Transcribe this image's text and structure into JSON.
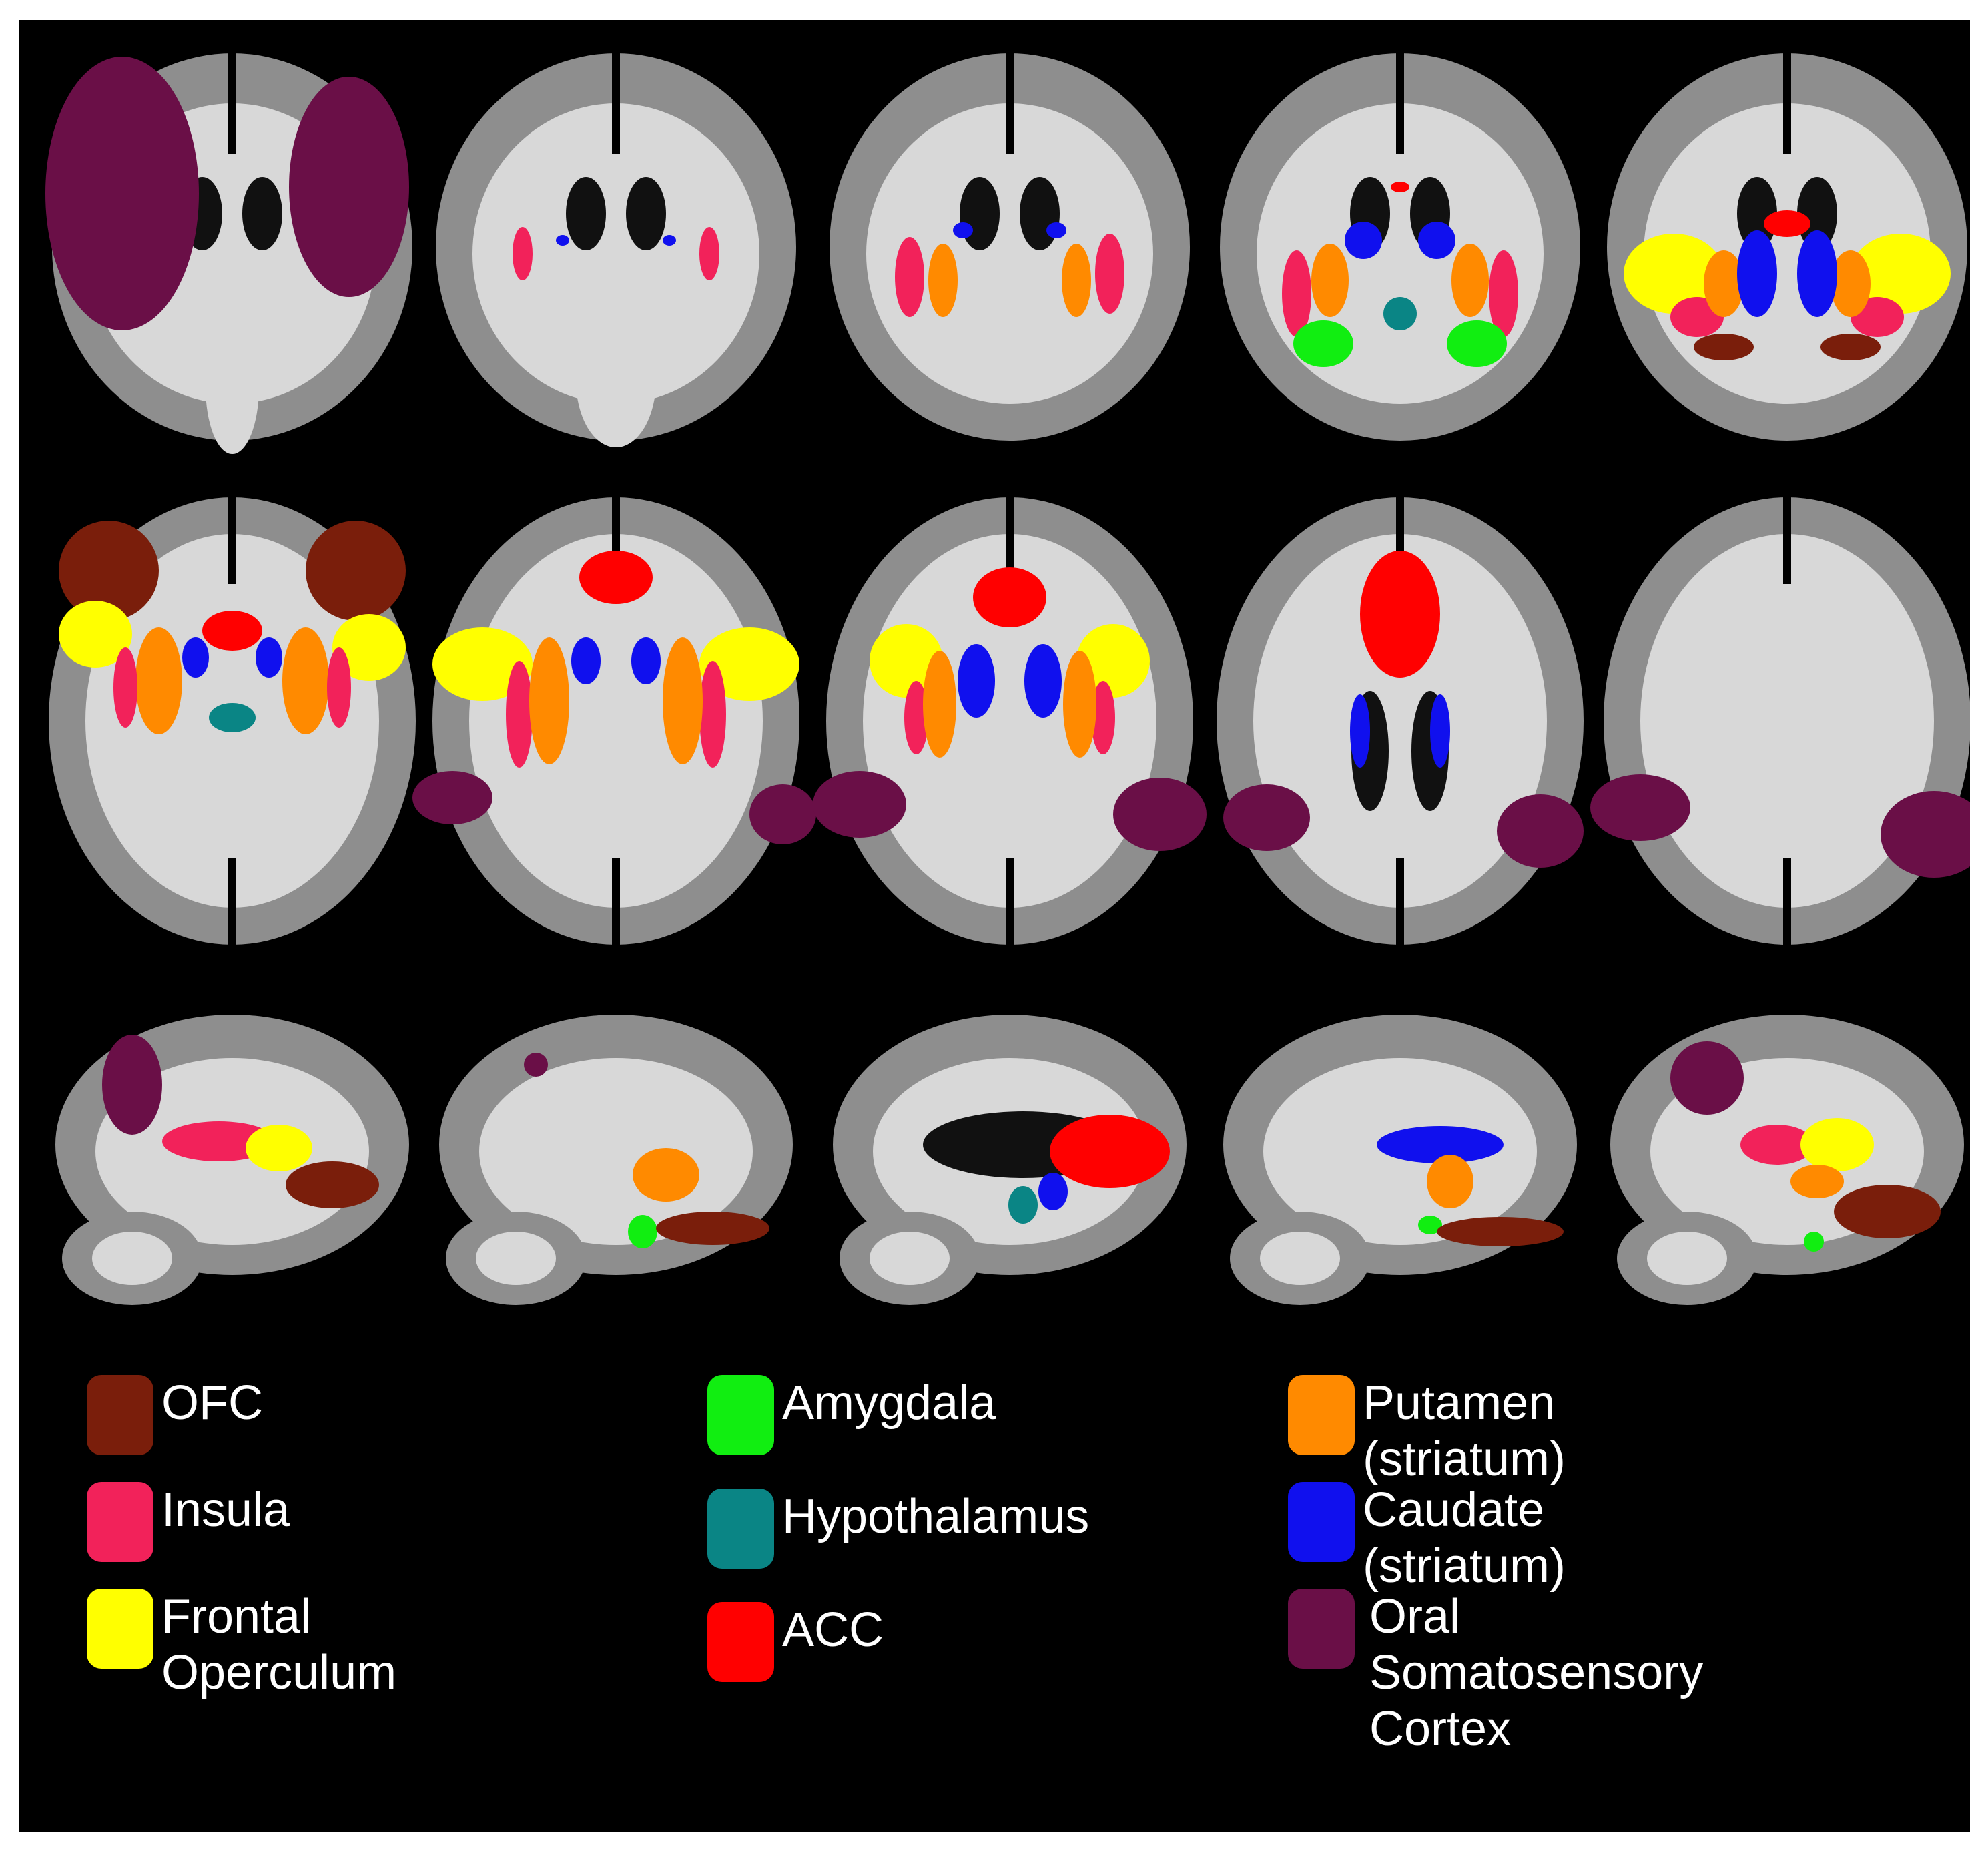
{
  "regions": {
    "ofc": {
      "label": "OFC",
      "color": "#7a1e0b"
    },
    "insula": {
      "label": "Insula",
      "color": "#f2225a"
    },
    "frontop": {
      "label": "Frontal Operculum",
      "color": "#ffff00"
    },
    "amygdala": {
      "label": "Amygdala",
      "color": "#11ee11"
    },
    "hypothal": {
      "label": "Hypothalamus",
      "color": "#0a8585"
    },
    "acc": {
      "label": "ACC",
      "color": "#ff0000"
    },
    "putamen": {
      "label": "Putamen (striatum)",
      "color": "#ff8a00"
    },
    "caudate": {
      "label": "Caudate (striatum)",
      "color": "#1010ee"
    },
    "oralss": {
      "label": "Oral Somatosensory\nCortex",
      "color": "#6a0f47"
    }
  },
  "colors": {
    "background": "#000000",
    "tissue": "#8e8e8e",
    "white_matter": "#d8d8d8",
    "ventricle": "#111111"
  }
}
